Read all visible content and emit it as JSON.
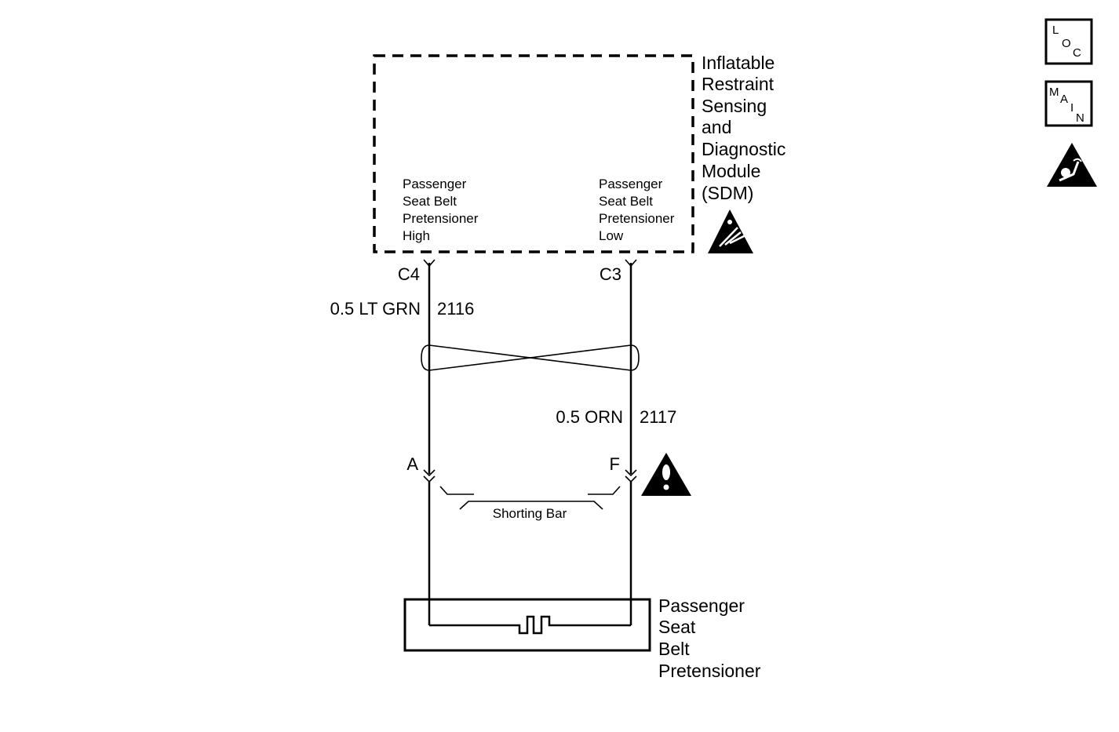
{
  "sdm": {
    "title_lines": [
      "Inflatable",
      "Restraint",
      "Sensing",
      "and",
      "Diagnostic",
      "Module",
      "(SDM)"
    ],
    "pin_high_lines": [
      "Passenger",
      "Seat Belt",
      "Pretensioner",
      "High"
    ],
    "pin_low_lines": [
      "Passenger",
      "Seat Belt",
      "Pretensioner",
      "Low"
    ]
  },
  "connectors": {
    "sdm_high": "C4",
    "sdm_low": "C3",
    "pretensioner_high": "A",
    "pretensioner_low": "F"
  },
  "wires": {
    "high": {
      "gauge_color": "0.5 LT GRN",
      "circuit": "2116"
    },
    "low": {
      "gauge_color": "0.5 ORN",
      "circuit": "2117"
    }
  },
  "shorting_bar": {
    "label": "Shorting Bar"
  },
  "pretensioner": {
    "title_lines": [
      "Passenger",
      "Seat",
      "Belt",
      "Pretensioner"
    ]
  },
  "side_icons": {
    "loc": {
      "letters": [
        "L",
        "O",
        "C"
      ],
      "icon": "location-icon"
    },
    "main": {
      "letters": [
        "M",
        "A",
        "I",
        "N"
      ],
      "icon": "main-icon"
    },
    "airbag": {
      "icon": "airbag-warning-icon"
    }
  },
  "symbols": {
    "esd": "esd-warning-icon",
    "caution": "caution-icon"
  }
}
